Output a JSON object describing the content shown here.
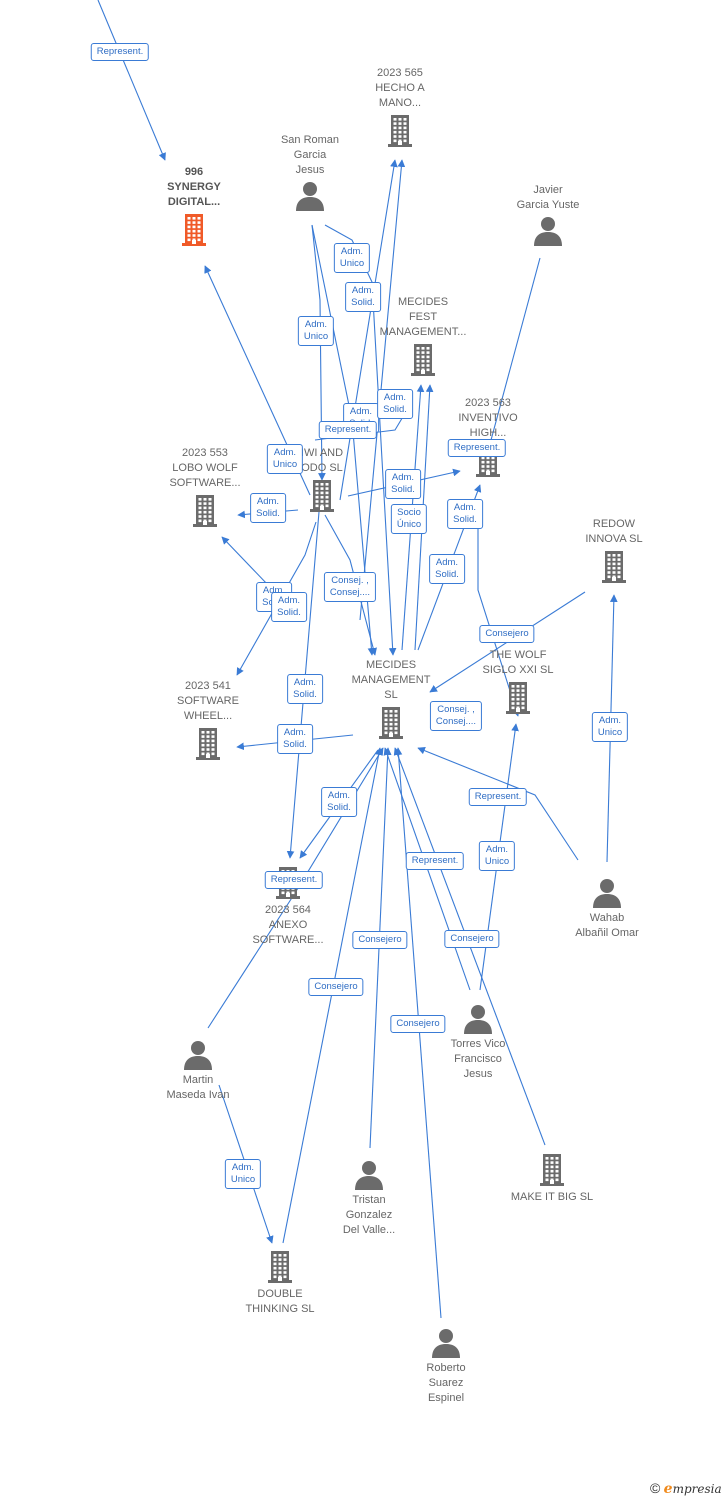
{
  "colors": {
    "edge": "#3a7bd5",
    "icon": "#6b6b6b",
    "highlight": "#f05a28"
  },
  "nodes": [
    {
      "id": "synergy",
      "type": "company",
      "highlight": true,
      "lines": [
        "996",
        "SYNERGY",
        "DIGITAL..."
      ]
    },
    {
      "id": "hecho",
      "type": "company",
      "lines": [
        "2023 565",
        "HECHO A",
        "MANO..."
      ]
    },
    {
      "id": "sanroman",
      "type": "person",
      "lines": [
        "San Roman",
        "Garcia",
        "Jesus"
      ]
    },
    {
      "id": "javier",
      "type": "person",
      "lines": [
        "Javier",
        "Garcia Yuste"
      ]
    },
    {
      "id": "fest",
      "type": "company",
      "lines": [
        "MECIDES",
        "FEST",
        "MANAGEMENT..."
      ]
    },
    {
      "id": "inventivo",
      "type": "company",
      "lines": [
        "2023 563",
        "INVENTIVO",
        "HIGH..."
      ]
    },
    {
      "id": "kiwi",
      "type": "company",
      "lines": [
        "IWI AND",
        "ODO  SL"
      ]
    },
    {
      "id": "lobo",
      "type": "company",
      "lines": [
        "2023 553",
        "LOBO WOLF",
        "SOFTWARE..."
      ]
    },
    {
      "id": "redow",
      "type": "company",
      "lines": [
        "REDOW",
        "INNOVA  SL"
      ]
    },
    {
      "id": "mecides",
      "type": "company",
      "lines": [
        "MECIDES",
        "MANAGEMENT",
        "SL"
      ]
    },
    {
      "id": "thewolf",
      "type": "company",
      "lines": [
        "THE WOLF",
        "SIGLO XXI  SL"
      ]
    },
    {
      "id": "s541",
      "type": "company",
      "lines": [
        "2023 541",
        "SOFTWARE",
        "WHEEL..."
      ]
    },
    {
      "id": "anexo",
      "type": "company",
      "lines": [
        "2023 564",
        "ANEXO",
        "SOFTWARE..."
      ]
    },
    {
      "id": "wahab",
      "type": "person",
      "lines": [
        "Wahab",
        "Albañil Omar"
      ]
    },
    {
      "id": "torres",
      "type": "person",
      "lines": [
        "Torres Vico",
        "Francisco",
        "Jesus"
      ]
    },
    {
      "id": "martin",
      "type": "person",
      "lines": [
        "Martin",
        "Maseda Ivan"
      ]
    },
    {
      "id": "tristan",
      "type": "person",
      "lines": [
        "Tristan",
        "Gonzalez",
        "Del Valle..."
      ]
    },
    {
      "id": "makeitbig",
      "type": "company",
      "lines": [
        "MAKE IT BIG  SL"
      ]
    },
    {
      "id": "double",
      "type": "company",
      "lines": [
        "DOUBLE",
        "THINKING SL"
      ]
    },
    {
      "id": "roberto",
      "type": "person",
      "lines": [
        "Roberto",
        "Suarez",
        "Espinel"
      ]
    }
  ],
  "edges": [
    {
      "lines": [
        "Represent."
      ]
    },
    {
      "lines": [
        "Adm.",
        "Unico"
      ]
    },
    {
      "lines": [
        "Adm.",
        "Solid."
      ]
    },
    {
      "lines": [
        "Adm.",
        "Unico"
      ]
    },
    {
      "lines": [
        "Adm.",
        "Solid."
      ]
    },
    {
      "lines": [
        "Adm.",
        "Solid."
      ]
    },
    {
      "lines": [
        "Represent."
      ]
    },
    {
      "lines": [
        "Represent."
      ]
    },
    {
      "lines": [
        "Adm.",
        "Unico"
      ]
    },
    {
      "lines": [
        "Adm.",
        "Solid."
      ]
    },
    {
      "lines": [
        "Adm.",
        "Solid."
      ]
    },
    {
      "lines": [
        "Socio",
        "Único"
      ]
    },
    {
      "lines": [
        "Adm.",
        "Solid."
      ]
    },
    {
      "lines": [
        "Adm.",
        "Solid."
      ]
    },
    {
      "lines": [
        "Consej. ,",
        "Consej...."
      ]
    },
    {
      "lines": [
        "Adm.",
        "Solid."
      ]
    },
    {
      "lines": [
        "Adm.",
        "Solid."
      ]
    },
    {
      "lines": [
        "Consejero"
      ]
    },
    {
      "lines": [
        "Consej. ,",
        "Consej...."
      ]
    },
    {
      "lines": [
        "Adm.",
        "Solid."
      ]
    },
    {
      "lines": [
        "Adm.",
        "Solid."
      ]
    },
    {
      "lines": [
        "Adm.",
        "Unico"
      ]
    },
    {
      "lines": [
        "Represent."
      ]
    },
    {
      "lines": [
        "Adm.",
        "Solid."
      ]
    },
    {
      "lines": [
        "Represent."
      ]
    },
    {
      "lines": [
        "Represent."
      ]
    },
    {
      "lines": [
        "Adm.",
        "Unico"
      ]
    },
    {
      "lines": [
        "Consejero"
      ]
    },
    {
      "lines": [
        "Consejero"
      ]
    },
    {
      "lines": [
        "Consejero"
      ]
    },
    {
      "lines": [
        "Consejero"
      ]
    },
    {
      "lines": [
        "Adm.",
        "Unico"
      ]
    }
  ],
  "copyright": {
    "symbol": "©",
    "brand_initial": "e",
    "brand_rest": "mpresia"
  }
}
